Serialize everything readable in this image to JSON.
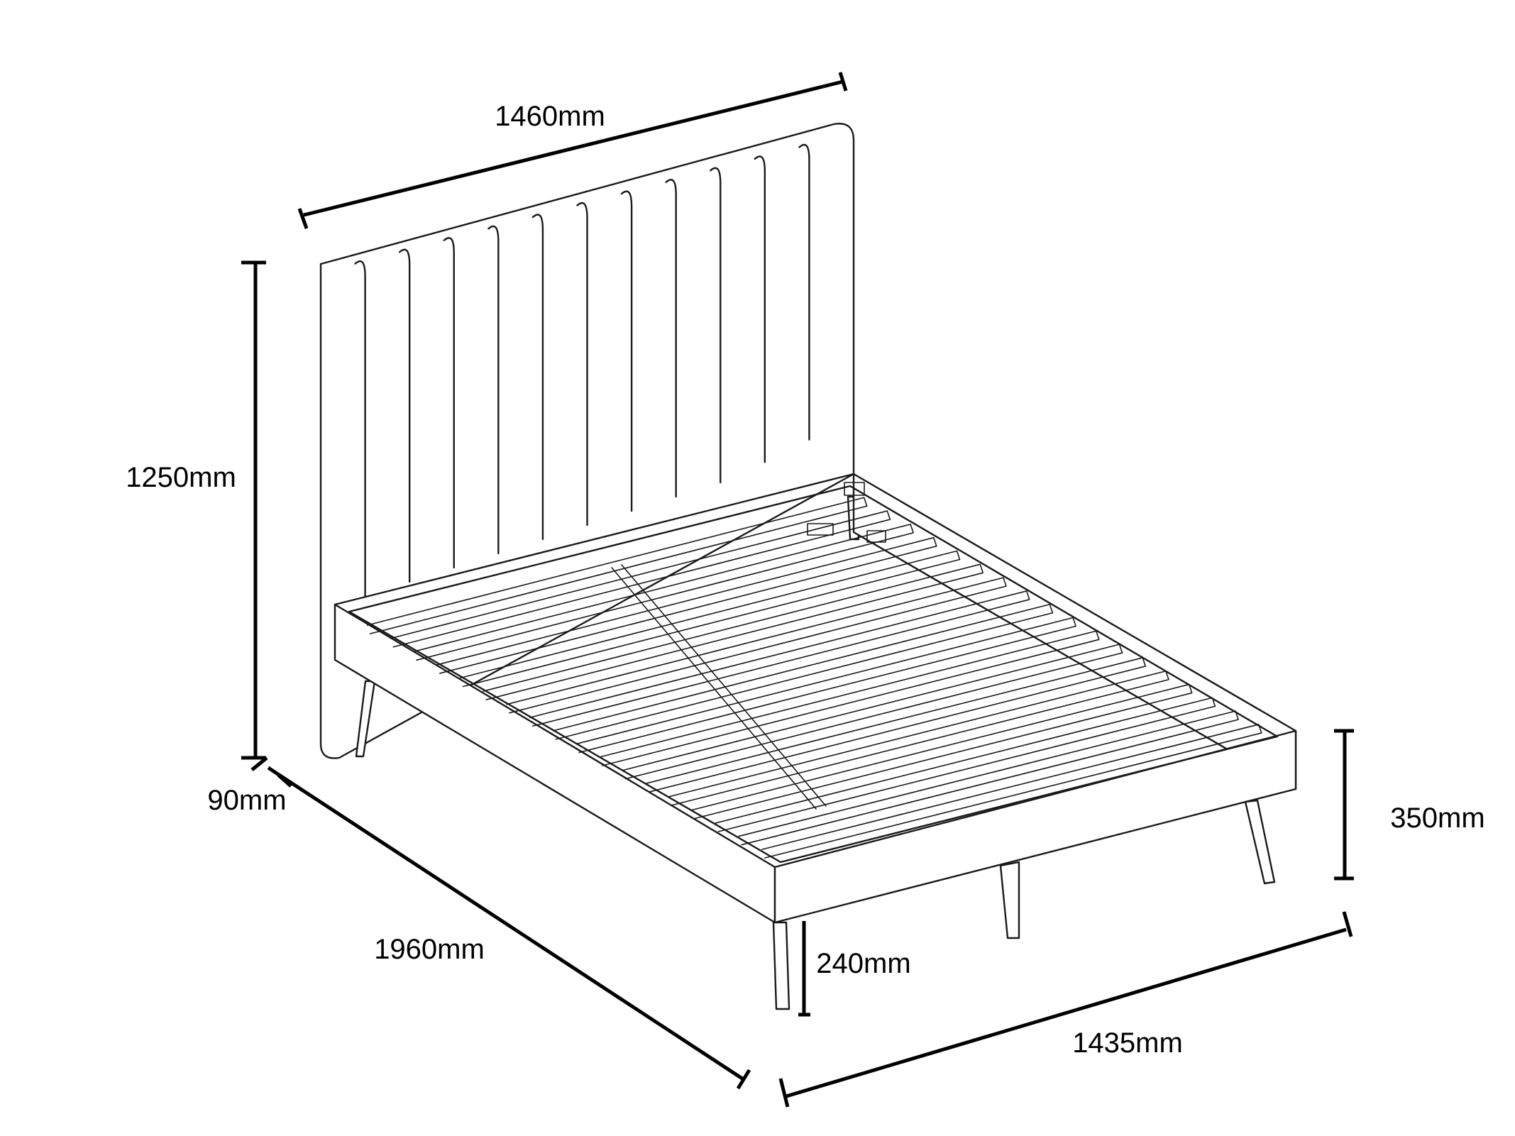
{
  "dimensions": {
    "headboard_width": "1460mm",
    "headboard_height": "1250mm",
    "headboard_thickness": "90mm",
    "bed_length": "1960mm",
    "leg_height": "240mm",
    "frame_height": "350mm",
    "bed_width": "1435mm"
  },
  "colors": {
    "line": "#1a1a1a",
    "background": "#ffffff"
  }
}
